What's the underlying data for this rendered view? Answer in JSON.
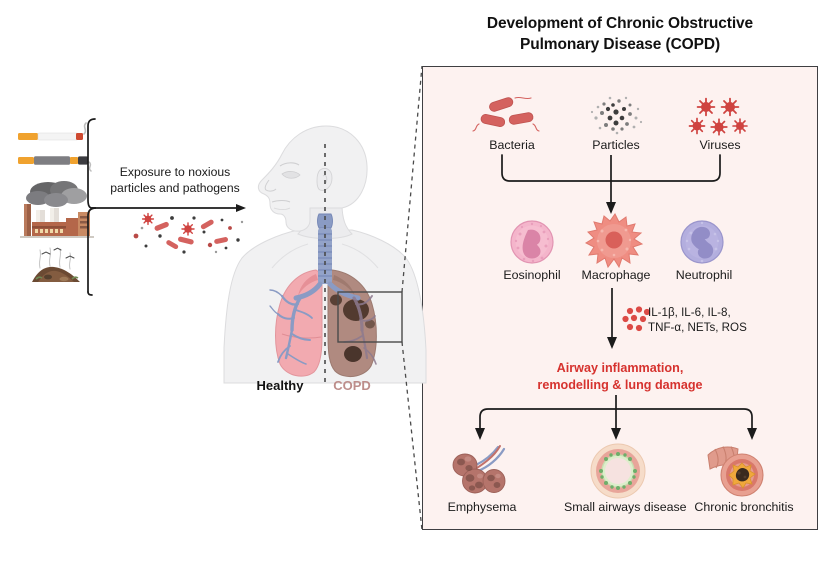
{
  "panel": {
    "title": "Development of Chronic Obstructive\nPulmonary Disease (COPD)",
    "title_line1": "Development of Chronic Obstructive",
    "title_line2": "Pulmonary Disease (COPD)",
    "background_color": "#fdf2f0",
    "border_color": "#3f3f42"
  },
  "left": {
    "exposure_label_line1": "Exposure to noxious",
    "exposure_label_line2": "particles and pathogens",
    "sources": [
      {
        "name": "cigarette-icon",
        "label": ""
      },
      {
        "name": "ecigarette-icon",
        "label": ""
      },
      {
        "name": "factory-icon",
        "label": ""
      },
      {
        "name": "biomass-smoke-icon",
        "label": ""
      }
    ]
  },
  "body": {
    "healthy_label": "Healthy",
    "copd_label": "COPD",
    "healthy_color": "#111111",
    "copd_color": "#bd8d8a",
    "healthy_lung_color": "#f2aab0",
    "copd_lung_color": "#b08a80"
  },
  "pathogens": [
    {
      "name": "bacteria-icon",
      "label": "Bacteria",
      "color": "#d4625f"
    },
    {
      "name": "particles-icon",
      "label": "Particles",
      "color": "#8c8c8c"
    },
    {
      "name": "viruses-icon",
      "label": "Viruses",
      "color": "#cf4340"
    }
  ],
  "immune_cells": [
    {
      "name": "eosinophil-icon",
      "label": "Eosinophil",
      "color": "#f0a9c3"
    },
    {
      "name": "macrophage-icon",
      "label": "Macrophage",
      "color": "#ef8d82"
    },
    {
      "name": "neutrophil-icon",
      "label": "Neutrophil",
      "color": "#b3aede"
    }
  ],
  "mediators": {
    "line1": "IL-1β, IL-6, IL-8,",
    "line2": "TNF-α, NETs, ROS",
    "dot_color": "#dc4a45"
  },
  "inflammation": {
    "line1": "Airway inflammation,",
    "line2": "remodelling & lung damage",
    "color": "#d6322e"
  },
  "outcomes": [
    {
      "name": "emphysema-icon",
      "label": "Emphysema"
    },
    {
      "name": "small-airways-disease-icon",
      "label": "Small airways disease"
    },
    {
      "name": "chronic-bronchitis-icon",
      "label": "Chronic bronchitis"
    }
  ]
}
